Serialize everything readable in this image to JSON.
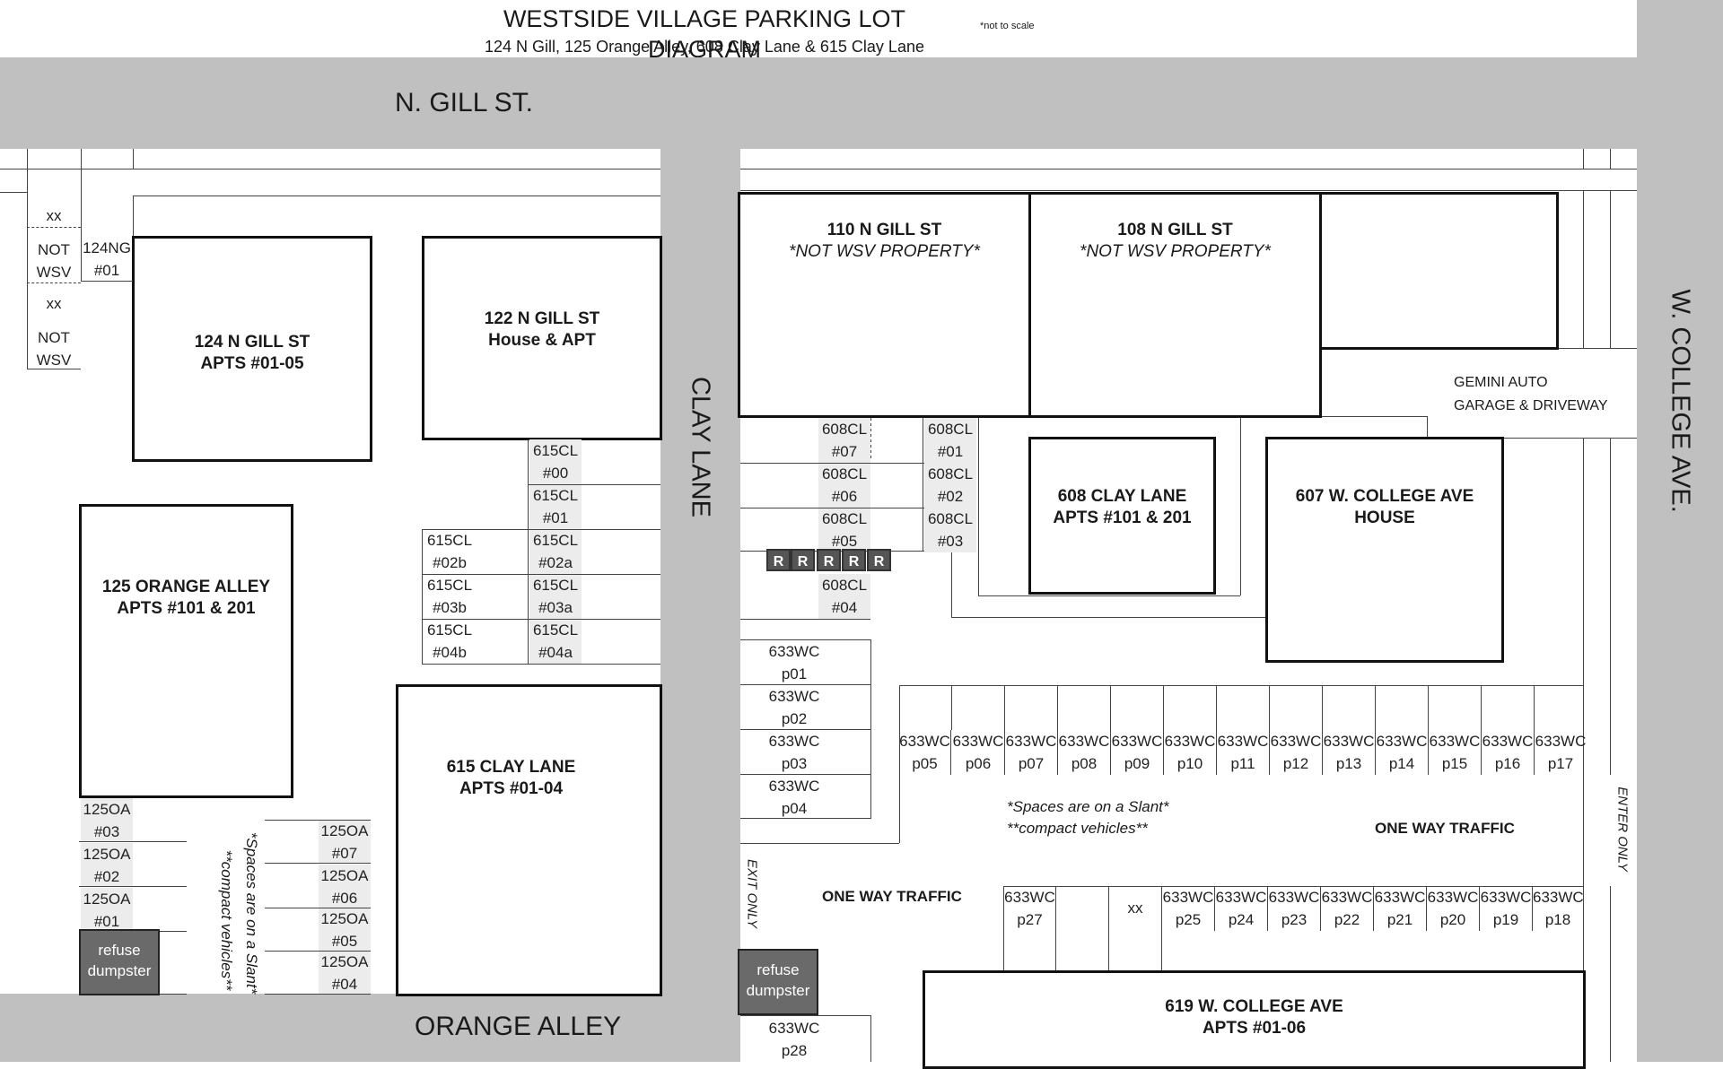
{
  "header": {
    "title": "WESTSIDE VILLAGE PARKING LOT DIAGRAM",
    "scale_note": "*not to scale",
    "subtitle": "124 N Gill, 125 Orange Alley, 608 Clay Lane & 615 Clay Lane"
  },
  "streets": {
    "n_gill": "N. GILL ST.",
    "clay_lane": "CLAY LANE",
    "orange_alley": "ORANGE ALLEY",
    "w_college": "W. COLLEGE AVE."
  },
  "buildings": {
    "b124": [
      "124 N GILL ST",
      "APTS #01-05"
    ],
    "b122": [
      "122 N GILL ST",
      "House & APT"
    ],
    "b125": [
      "125 ORANGE ALLEY",
      "APTS #101 & 201"
    ],
    "b615": [
      "615 CLAY LANE",
      "APTS #01-04"
    ],
    "b110": [
      "110 N GILL ST",
      "*NOT WSV PROPERTY*"
    ],
    "b108": [
      "108 N GILL ST",
      "*NOT WSV PROPERTY*"
    ],
    "b608": [
      "608 CLAY LANE",
      "APTS #101 & 201"
    ],
    "b607": [
      "607 W. COLLEGE AVE",
      "HOUSE"
    ],
    "b619": [
      "619 W. COLLEGE AVE",
      "APTS #01-06"
    ]
  },
  "gemini": [
    "GEMINI AUTO",
    "GARAGE & DRIVEWAY"
  ],
  "spaces": {
    "gill_left": [
      "xx",
      "NOT\nWSV",
      "xx",
      "NOT\nWSV"
    ],
    "gill_124": "124NG\n#01",
    "cl615_right": [
      "615CL\n#00",
      "615CL\n#01",
      "615CL\n#02a",
      "615CL\n#03a",
      "615CL\n#04a"
    ],
    "cl615_left": [
      "615CL\n#02b",
      "615CL\n#03b",
      "615CL\n#04b"
    ],
    "oa_left": [
      "125OA\n#03",
      "125OA\n#02",
      "125OA\n#01"
    ],
    "oa_right": [
      "125OA\n#07",
      "125OA\n#06",
      "125OA\n#05",
      "125OA\n#04"
    ],
    "cl608_a": [
      "608CL\n#07",
      "608CL\n#06",
      "608CL\n#05",
      "608CL\n#04"
    ],
    "cl608_b": [
      "608CL\n#01",
      "608CL\n#02",
      "608CL\n#03"
    ],
    "wc_left": [
      "633WC\np01",
      "633WC\np02",
      "633WC\np03",
      "633WC\np04"
    ],
    "wc_top": [
      "633WC\np05",
      "633WC\np06",
      "633WC\np07",
      "633WC\np08",
      "633WC\np09",
      "633WC\np10",
      "633WC\np11",
      "633WC\np12",
      "633WC\np13",
      "633WC\np14",
      "633WC\np15",
      "633WC\np16",
      "633WC\np17"
    ],
    "wc_bottom": [
      "633WC\np27",
      "",
      "xx",
      "633WC\np25",
      "633WC\np24",
      "633WC\np23",
      "633WC\np22",
      "633WC\np21",
      "633WC\np20",
      "633WC\np19",
      "633WC\np18"
    ],
    "wc_p28": "633WC\np28"
  },
  "reserved": [
    "R",
    "R",
    "R",
    "R",
    "R"
  ],
  "dumpsters": {
    "left": "refuse\ndumpster",
    "right": "refuse\ndumpster"
  },
  "notes": {
    "slant_vertical": "*Spaces are on a Slant*",
    "compact_vertical": "**compact vehicles**",
    "slant": "*Spaces are on a Slant*",
    "compact": "**compact vehicles**",
    "one_way_right": "ONE WAY TRAFFIC",
    "one_way_left": "ONE WAY TRAFFIC",
    "exit_only": "EXIT ONLY",
    "enter_only": "ENTER ONLY"
  }
}
